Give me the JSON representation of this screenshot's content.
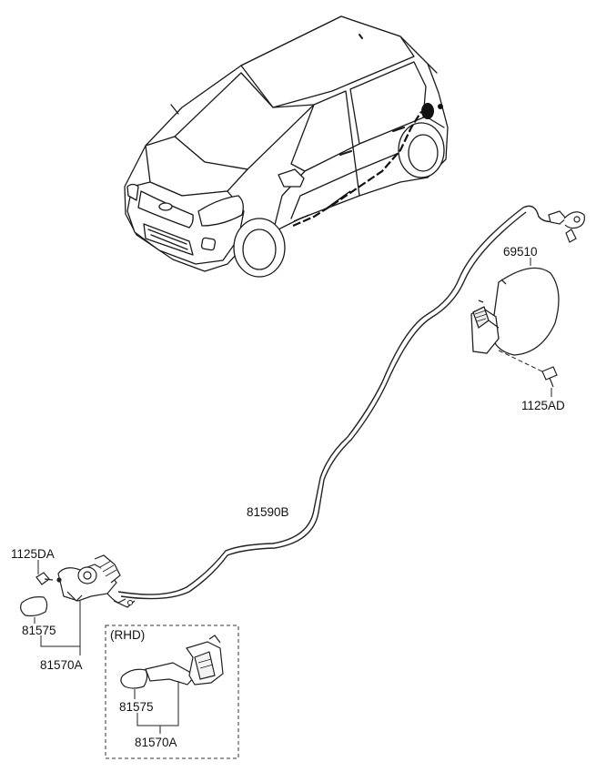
{
  "parts": {
    "fuel_filler_door": "69510",
    "door_screw": "1125AD",
    "release_cable": "81590B",
    "handle_bolt": "1125DA",
    "lever_cover_lhd": "81575",
    "handle_assy_lhd": "81570A",
    "lever_cover_rhd": "81575",
    "handle_assy_rhd": "81570A"
  },
  "rhd_box": {
    "title": "(RHD)"
  }
}
